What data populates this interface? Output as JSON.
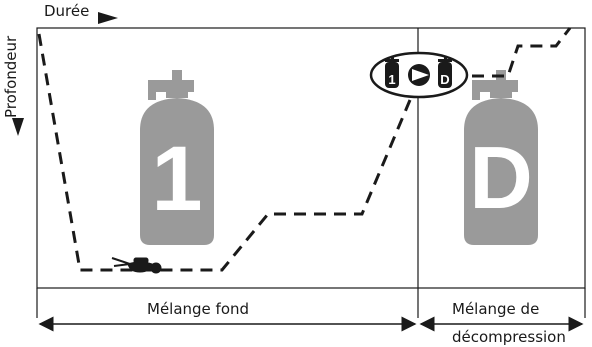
{
  "axes": {
    "x_label": "Durée",
    "y_label": "Profondeur"
  },
  "panels": {
    "bottom_gas_number": "1",
    "deco_gas_letter": "D"
  },
  "switch_badge": {
    "from": "1",
    "to": "D"
  },
  "phases": {
    "bottom": "Mélange fond",
    "deco_line1": "Mélange de",
    "deco_line2": "décompression"
  }
}
